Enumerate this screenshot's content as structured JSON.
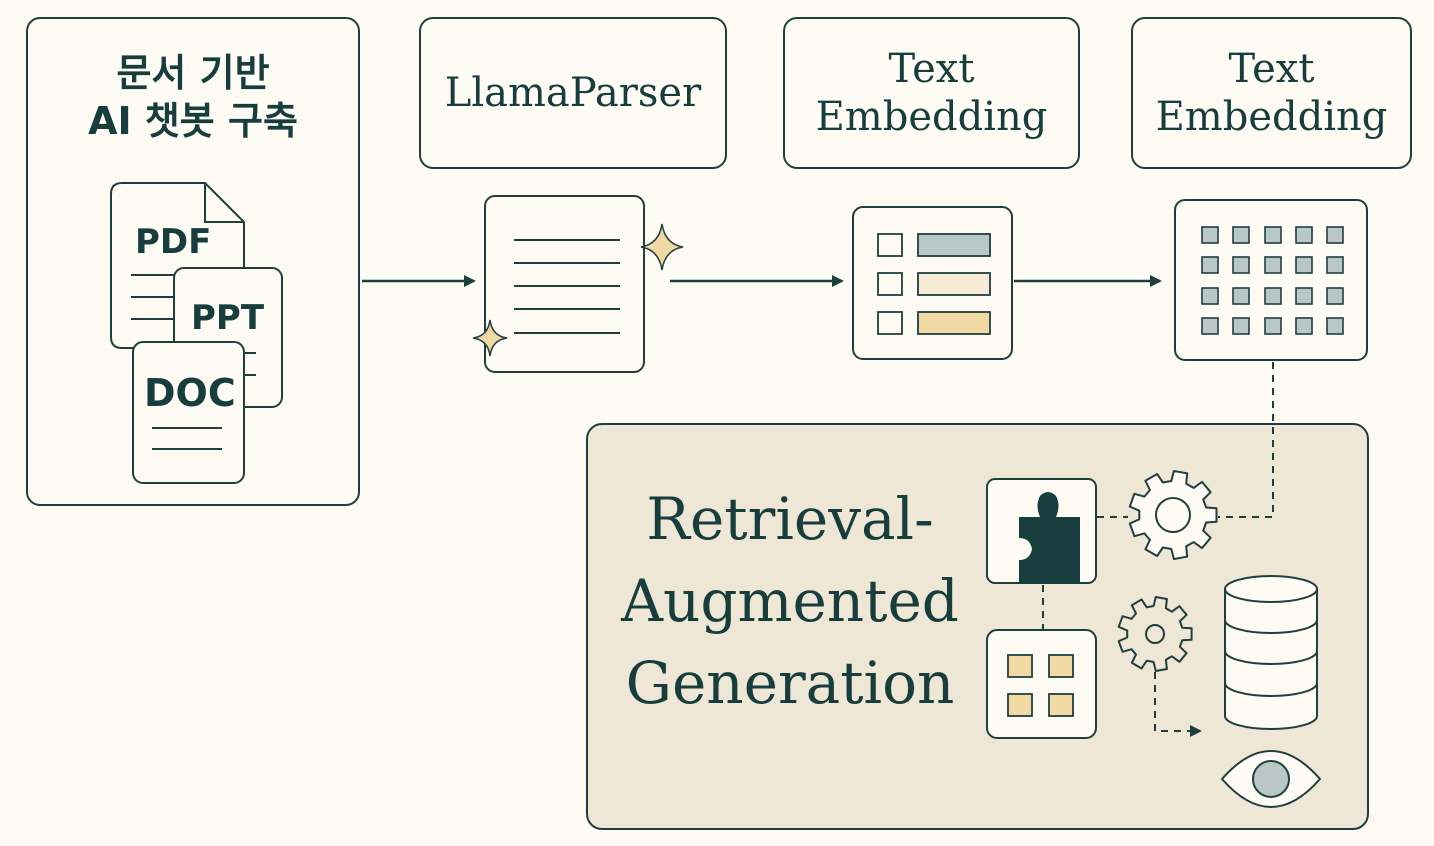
{
  "doc_panel": {
    "title_line1": "문서 기반",
    "title_line2": "AI 챗봇 구축",
    "file_types": [
      "PDF",
      "PPT",
      "DOC"
    ]
  },
  "steps": [
    {
      "label": "LlamaParser"
    },
    {
      "label_line1": "Text",
      "label_line2": "Embedding"
    },
    {
      "label_line1": "Text",
      "label_line2": "Embedding"
    }
  ],
  "rag": {
    "line1": "Retrieval-",
    "line2": "Augmented",
    "line3": "Generation"
  },
  "colors": {
    "background": "#fdfbf4",
    "ink": "#1f3f3f",
    "rag_panel": "#efe7d5",
    "accent_yellow": "#f1d9a4",
    "accent_teal": "#b9c8c6",
    "sparkle": "#e6c46a"
  }
}
